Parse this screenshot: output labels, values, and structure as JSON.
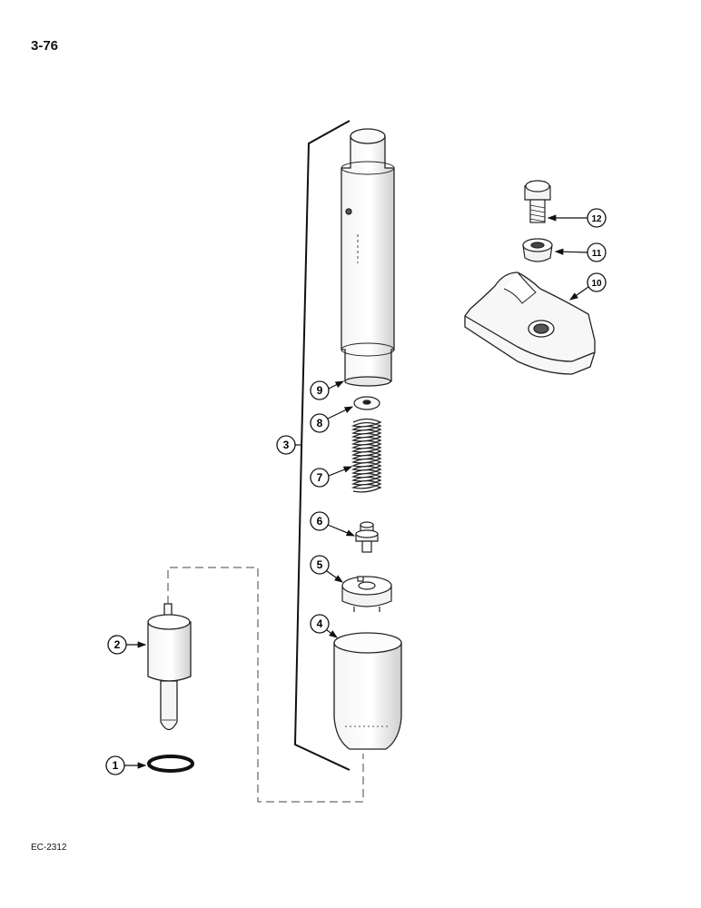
{
  "page": {
    "number": "3-76",
    "figure_code": "EC-2312"
  },
  "callouts": [
    {
      "id": "1",
      "part": "o-ring"
    },
    {
      "id": "2",
      "part": "injector-nozzle"
    },
    {
      "id": "3",
      "part": "injector-assembly"
    },
    {
      "id": "4",
      "part": "nozzle-cap-nut"
    },
    {
      "id": "5",
      "part": "spacer"
    },
    {
      "id": "6",
      "part": "spindle"
    },
    {
      "id": "7",
      "part": "spring"
    },
    {
      "id": "8",
      "part": "shim"
    },
    {
      "id": "9",
      "part": "injector-body"
    },
    {
      "id": "10",
      "part": "clamp"
    },
    {
      "id": "11",
      "part": "washer"
    },
    {
      "id": "12",
      "part": "bolt"
    }
  ]
}
